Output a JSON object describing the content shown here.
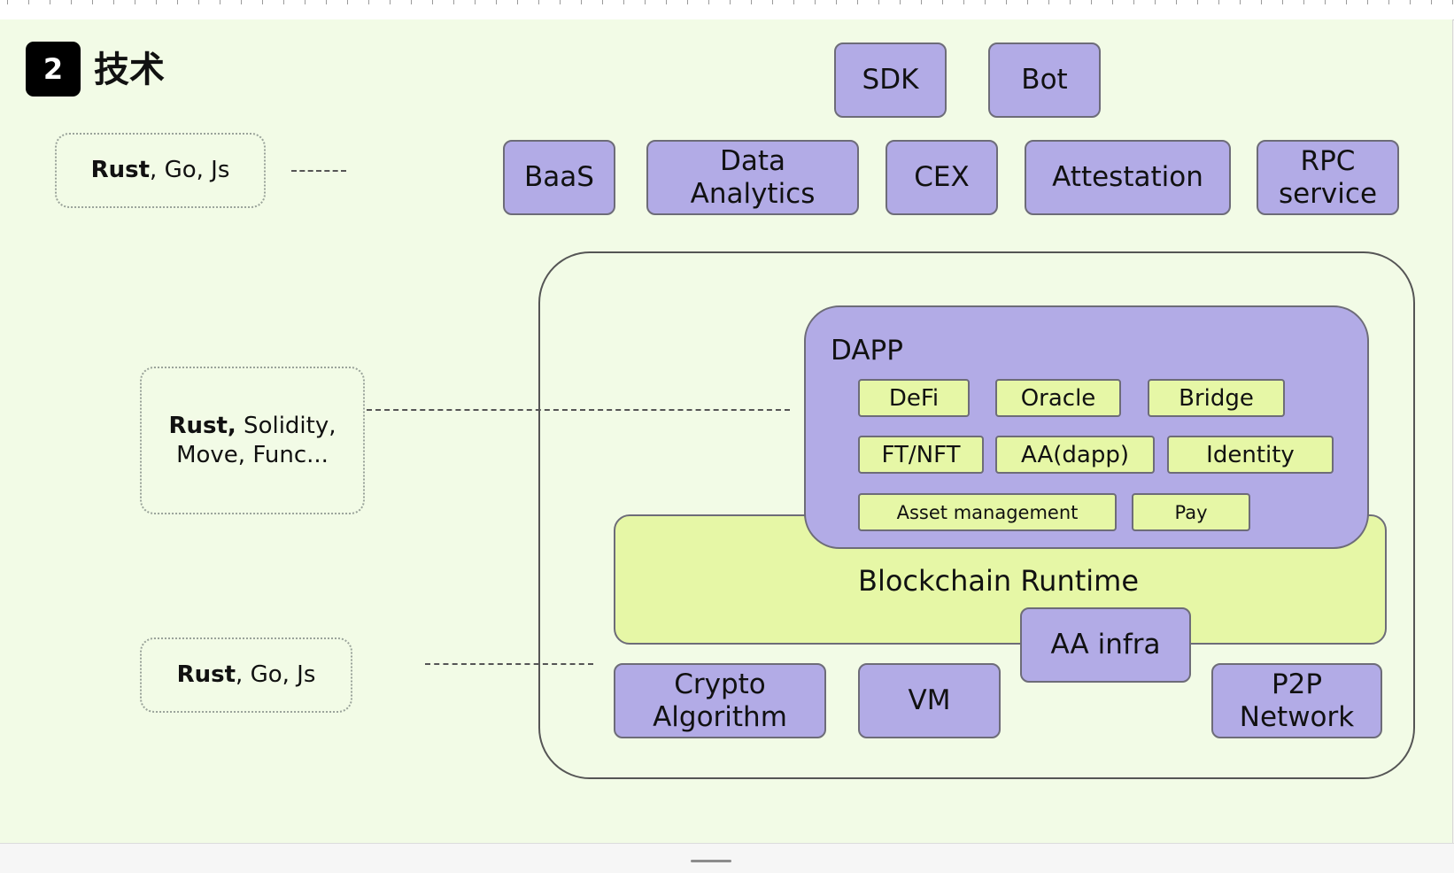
{
  "section": {
    "number": "2",
    "title": "技术"
  },
  "languages": {
    "top": {
      "bold": "Rust",
      "rest": ", Go, Js"
    },
    "middle": {
      "bold": "Rust,",
      "rest": " Solidity,",
      "line2": "Move, Func..."
    },
    "bottom": {
      "bold": "Rust",
      "rest": ", Go, Js"
    }
  },
  "services_top": [
    "SDK",
    "Bot"
  ],
  "services_mid": {
    "baas": "BaaS",
    "data_analytics": [
      "Data",
      "Analytics"
    ],
    "cex": "CEX",
    "attestation": "Attestation",
    "rpc": [
      "RPC",
      "service"
    ]
  },
  "dapp": {
    "title": "DAPP",
    "items": {
      "defi": "DeFi",
      "oracle": "Oracle",
      "bridge": "Bridge",
      "ftnft": "FT/NFT",
      "aa_dapp": "AA(dapp)",
      "identity": "Identity",
      "asset": "Asset management",
      "pay": "Pay"
    }
  },
  "runtime": {
    "label": "Blockchain Runtime"
  },
  "infra": {
    "aa_infra": "AA infra",
    "crypto": [
      "Crypto",
      "Algorithm"
    ],
    "vm": "VM",
    "p2p": [
      "P2P",
      "Network"
    ]
  },
  "colors": {
    "slide_bg": "#f2fbe6",
    "purple_box": "#b2abe6",
    "lime_box": "#e6f7a6",
    "badge": "#000000"
  }
}
